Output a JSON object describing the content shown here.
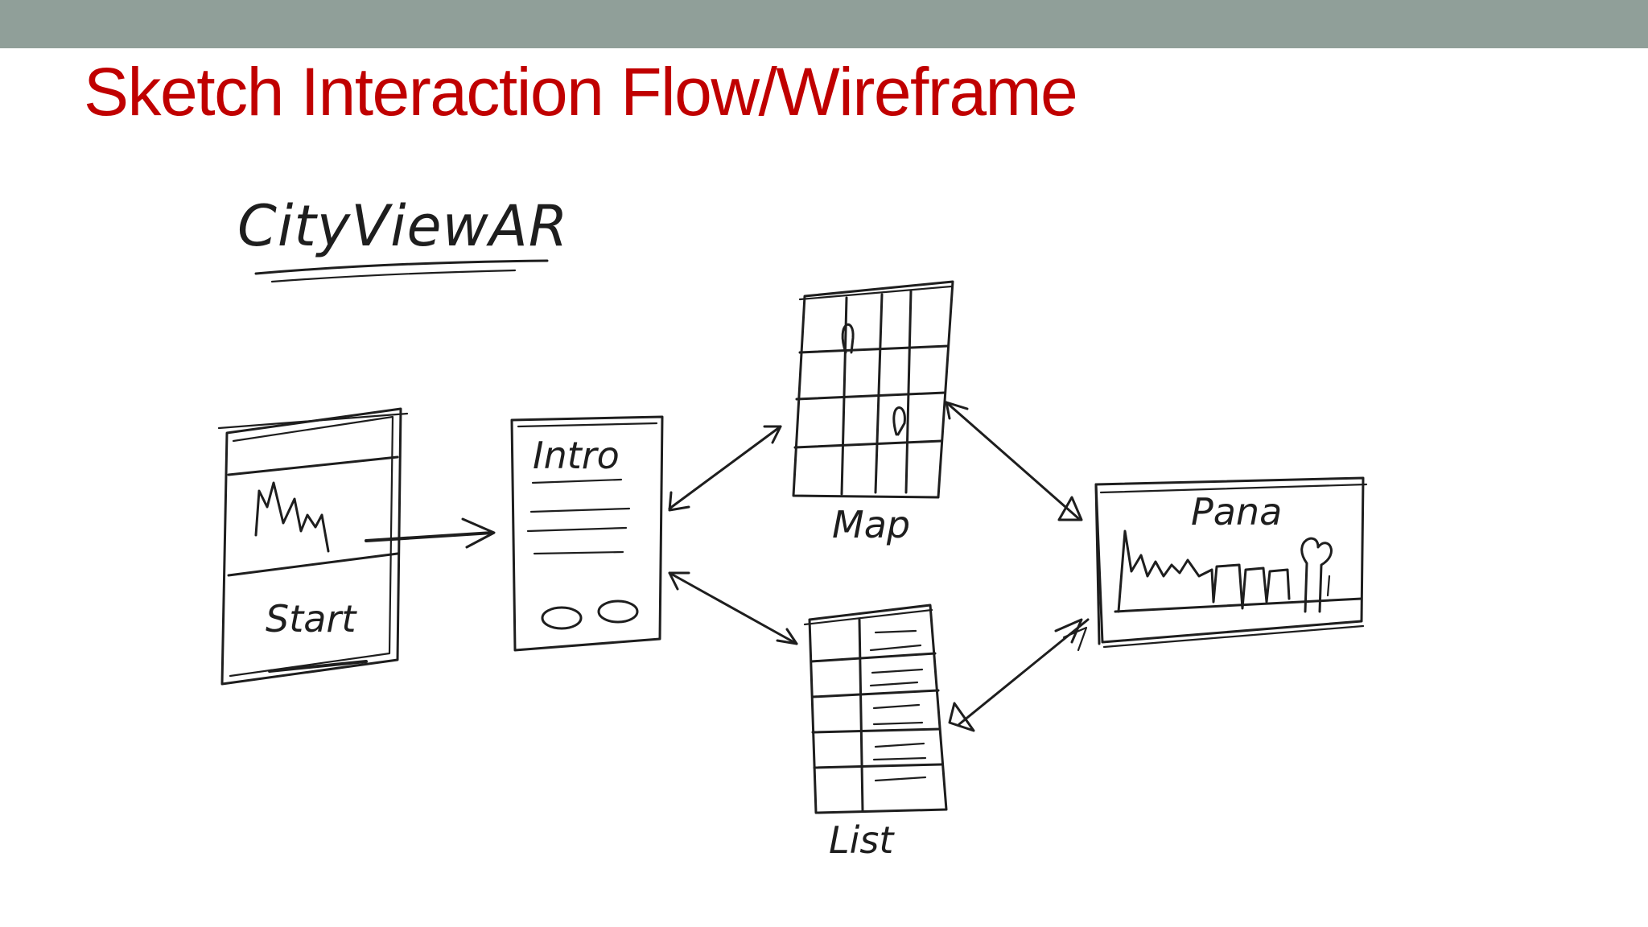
{
  "slide": {
    "title": "Sketch Interaction Flow/Wireframe",
    "title_color": "#c00000",
    "top_bar_color": "#909f99"
  },
  "sketch": {
    "app_name": "CityViewAR",
    "screens": {
      "start": "Start",
      "intro": "Intro",
      "map": "Map",
      "list": "List",
      "pano": "Pana"
    }
  }
}
